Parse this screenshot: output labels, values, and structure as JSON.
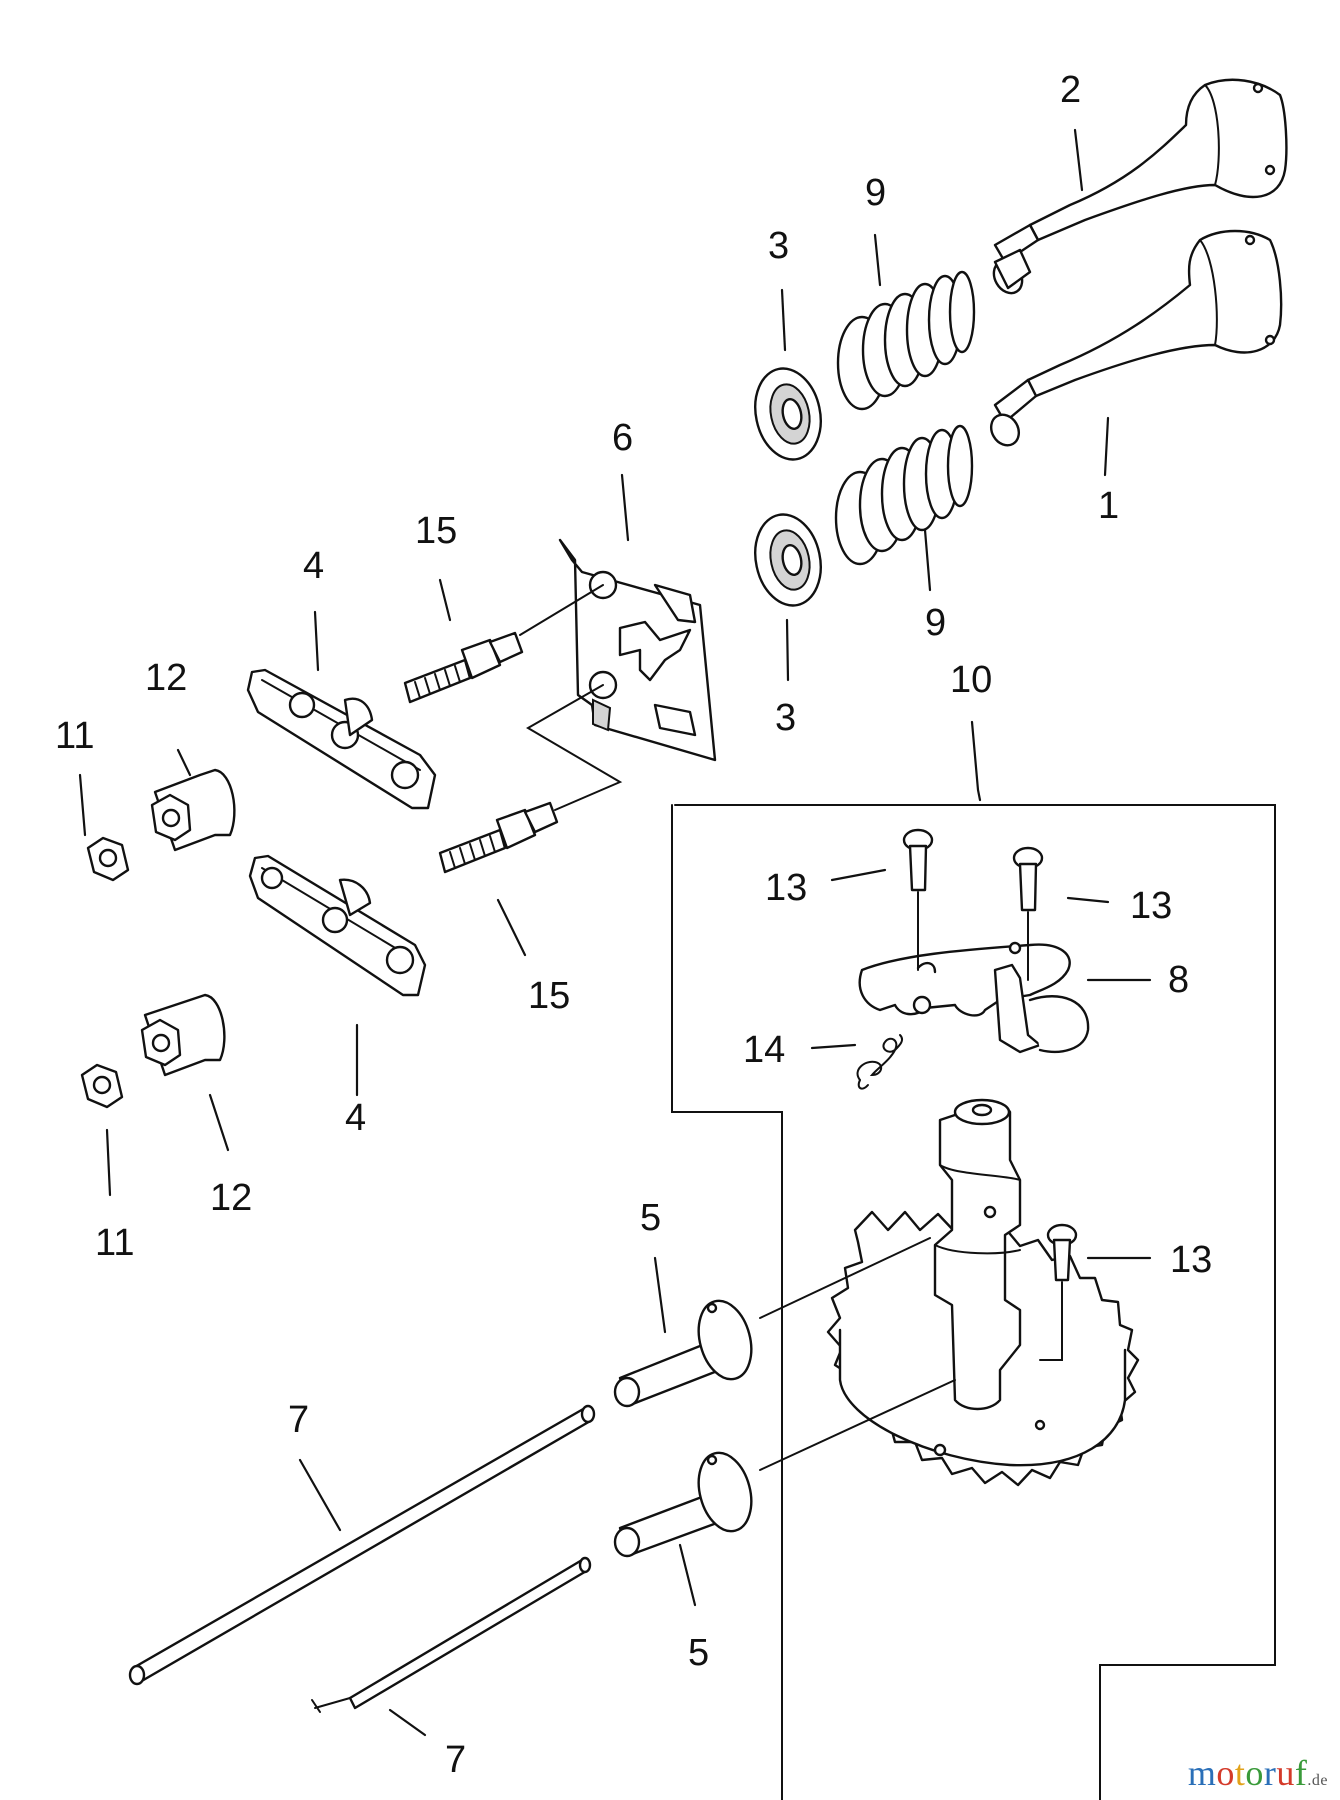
{
  "diagram": {
    "callouts": [
      {
        "id": "c-2",
        "text": "2"
      },
      {
        "id": "c-9a",
        "text": "9"
      },
      {
        "id": "c-3a",
        "text": "3"
      },
      {
        "id": "c-6",
        "text": "6"
      },
      {
        "id": "c-1",
        "text": "1"
      },
      {
        "id": "c-15a",
        "text": "15"
      },
      {
        "id": "c-4a",
        "text": "4"
      },
      {
        "id": "c-9b",
        "text": "9"
      },
      {
        "id": "c-12a",
        "text": "12"
      },
      {
        "id": "c-10",
        "text": "10"
      },
      {
        "id": "c-11a",
        "text": "11"
      },
      {
        "id": "c-3b",
        "text": "3"
      },
      {
        "id": "c-13a",
        "text": "13"
      },
      {
        "id": "c-13b",
        "text": "13"
      },
      {
        "id": "c-8",
        "text": "8"
      },
      {
        "id": "c-15b",
        "text": "15"
      },
      {
        "id": "c-14",
        "text": "14"
      },
      {
        "id": "c-4b",
        "text": "4"
      },
      {
        "id": "c-12b",
        "text": "12"
      },
      {
        "id": "c-5a",
        "text": "5"
      },
      {
        "id": "c-11b",
        "text": "11"
      },
      {
        "id": "c-13c",
        "text": "13"
      },
      {
        "id": "c-7a",
        "text": "7"
      },
      {
        "id": "c-5b",
        "text": "5"
      },
      {
        "id": "c-7b",
        "text": "7"
      }
    ]
  },
  "watermark": {
    "letters": [
      "m",
      "o",
      "t",
      "o",
      "r",
      "u",
      "f"
    ],
    "tld": ".de"
  }
}
